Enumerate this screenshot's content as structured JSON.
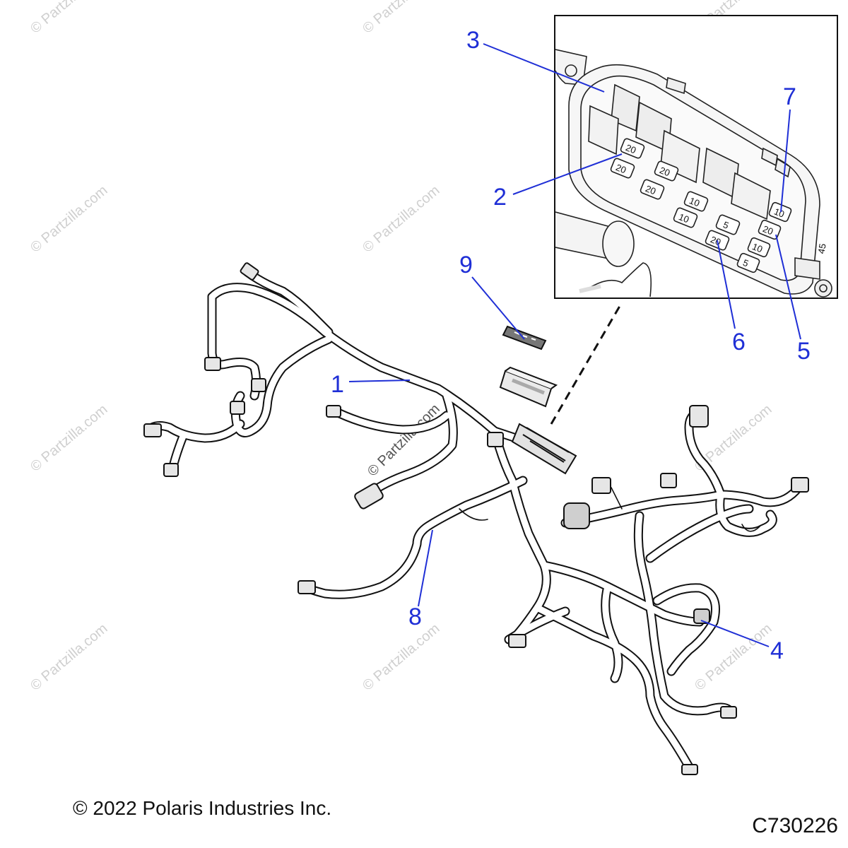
{
  "watermark": "© Partzilla.com",
  "copyright": "© 2022 Polaris Industries Inc.",
  "figure_code": "C730226",
  "callouts": [
    "1",
    "2",
    "3",
    "4",
    "5",
    "6",
    "7",
    "8",
    "9"
  ],
  "fuse_labels": [
    "20",
    "20",
    "20",
    "20",
    "10",
    "10",
    "5",
    "20",
    "10",
    "20",
    "10",
    "5",
    "45"
  ],
  "colors": {
    "callout": "#1f2fd6",
    "line": "#111111",
    "watermark": "#cfcfcf"
  }
}
